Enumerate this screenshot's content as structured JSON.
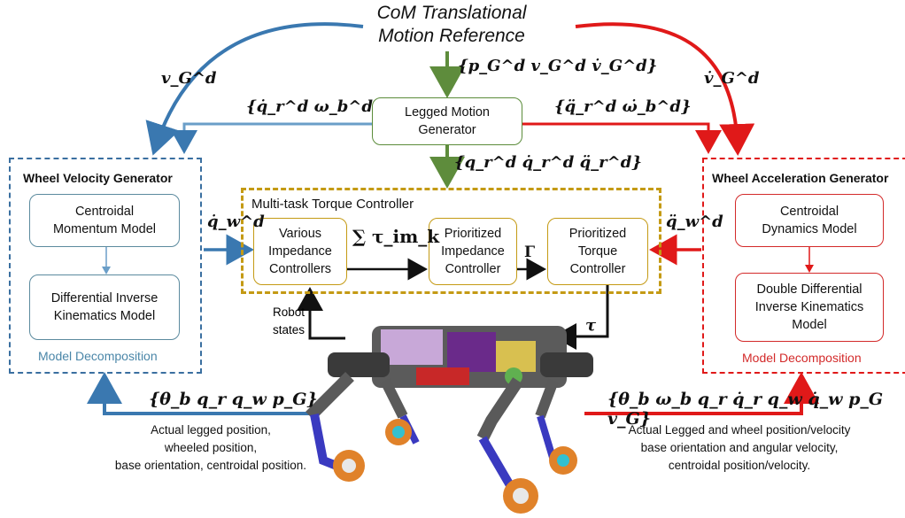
{
  "top_title": [
    "CoM Translational",
    "Motion Reference"
  ],
  "math": {
    "top_ref": "{p_G^d v_G^d v̇_G^d}",
    "left_top": "v_G^d",
    "right_top": "v̇_G^d",
    "left_mid": "{q̇_r^d ω_b^d}",
    "right_mid": "{q̈_r^d ω̇_b^d}",
    "center_mid": "{q_r^d q̇_r^d q̈_r^d}",
    "qw_dot": "q̇_w^d",
    "qw_ddot": "q̈_w^d",
    "sum_tau": "∑ τ_im_k",
    "gamma": "Γ",
    "tau": "τ",
    "left_bottom": "{θ_b q_r q_w p_G}",
    "right_bottom": "{θ_b ω_b q_r q̇_r q_w q̇_w p_G v_G}"
  },
  "boxes": {
    "legged_motion": "Legged Motion Generator",
    "wheel_velocity": "Wheel Velocity Generator",
    "centroidal_momentum": "Centroidal Momentum Model",
    "diff_inverse": "Differential Inverse Kinematics Model",
    "model_decomp_left": "Model Decomposition",
    "multi_task": "Multi-task Torque Controller",
    "various_impedance": "Various Impedance Controllers",
    "prioritized_impedance": "Prioritized Impedance Controller",
    "prioritized_torque": "Prioritized Torque Controller",
    "wheel_acceleration": "Wheel Acceleration Generator",
    "centroidal_dynamics": "Centroidal Dynamics Model",
    "double_diff": "Double Differential Inverse Kinematics Model",
    "model_decomp_right": "Model Decomposition"
  },
  "robot_states": [
    "Robot",
    "states"
  ],
  "captions": {
    "left": [
      "Actual legged position,",
      "wheeled position,",
      "base orientation, centroidal position."
    ],
    "right": [
      "Actual Legged and wheel position/velocity",
      "base orientation and angular velocity,",
      "centroidal position/velocity."
    ]
  },
  "colors": {
    "blue": "#3a78b0",
    "red": "#e01919",
    "green": "#5e8c3c",
    "gold": "#c49a14",
    "black": "#111111"
  },
  "icons": {
    "robot": "wheeled-quadruped-robot"
  }
}
